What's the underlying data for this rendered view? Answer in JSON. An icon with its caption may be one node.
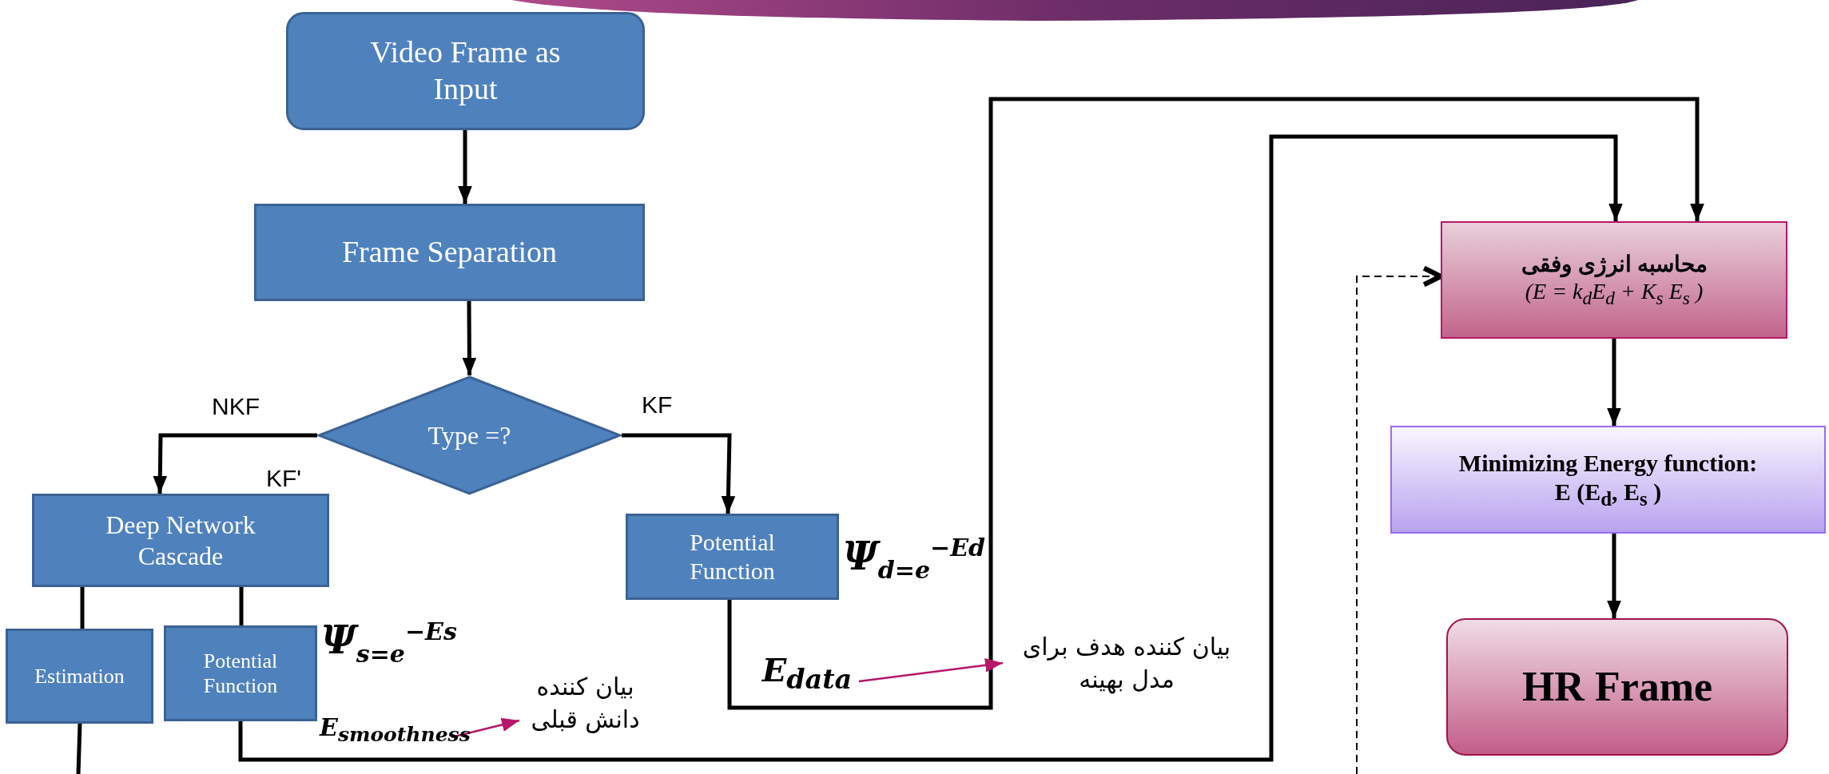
{
  "diagram": {
    "nodes": [
      {
        "text": [
          "Video Frame as Input"
        ]
      },
      {
        "text": [
          "Frame Separation"
        ]
      },
      {
        "text": [
          "Type =?"
        ]
      },
      {
        "text": [
          "Deep Network Cascade"
        ]
      },
      {
        "text": [
          "Estimation"
        ]
      },
      {
        "text": [
          "Potential Function"
        ]
      },
      {
        "text": [
          "Potential Function"
        ]
      },
      {
        "text": [
          "E$_{data}$"
        ]
      },
      {
        "text": [
          "بیان کننده هدف برای مدل بهینه"
        ]
      },
      {
        "text": [
          "E$_{smoothness}$"
        ]
      },
      {
        "text": [
          "بیان کننده دانش قبلی"
        ]
      },
      {
        "text": [
          "محاسبه انرژی وفقی",
          "(E = k$_{d}$E$_{d}$ + K$_{s}$ E$_{s}$ )"
        ]
      },
      {
        "text": [
          "Minimizing Energy function:",
          "E (E$_{d}$, E$_{s}$ )"
        ]
      },
      {
        "text": [
          "HR Frame"
        ]
      },
      {
        "text": [],
        "shape": "bar"
      }
    ],
    "edges": [
      {
        "from": 0,
        "to": 1,
        "arrow": "to"
      },
      {
        "from": 1,
        "to": 2,
        "arrow": "to"
      },
      {
        "from": 2,
        "to": 3,
        "arrow": "to",
        "label": "NKF"
      },
      {
        "from": 2,
        "to": 6,
        "arrow": "to",
        "label": "KF"
      },
      {
        "from": 3,
        "to": 4,
        "arrow": "none"
      },
      {
        "from": 3,
        "to": 5,
        "arrow": "none"
      },
      {
        "from": 4,
        "to": null,
        "arrow": "none"
      },
      {
        "from": 5,
        "to": 11,
        "arrow": "to"
      },
      {
        "from": 6,
        "to": 11,
        "arrow": "to"
      },
      {
        "from": 11,
        "to": 12,
        "arrow": "to"
      },
      {
        "from": 12,
        "to": 13,
        "arrow": "to"
      },
      {
        "from": null,
        "to": 11,
        "arrow": "to",
        "style": "dashed"
      },
      {
        "from": 9,
        "to": 10,
        "arrow": "to",
        "color": "#b5176a"
      },
      {
        "from": 7,
        "to": 8,
        "arrow": "to",
        "color": "#b5176a"
      }
    ],
    "labels": [
      "KF'",
      "Ψ$_{s=e}$$^{−Es}$",
      "Ψ$_{d=e}$$^{−Ed}$"
    ]
  }
}
